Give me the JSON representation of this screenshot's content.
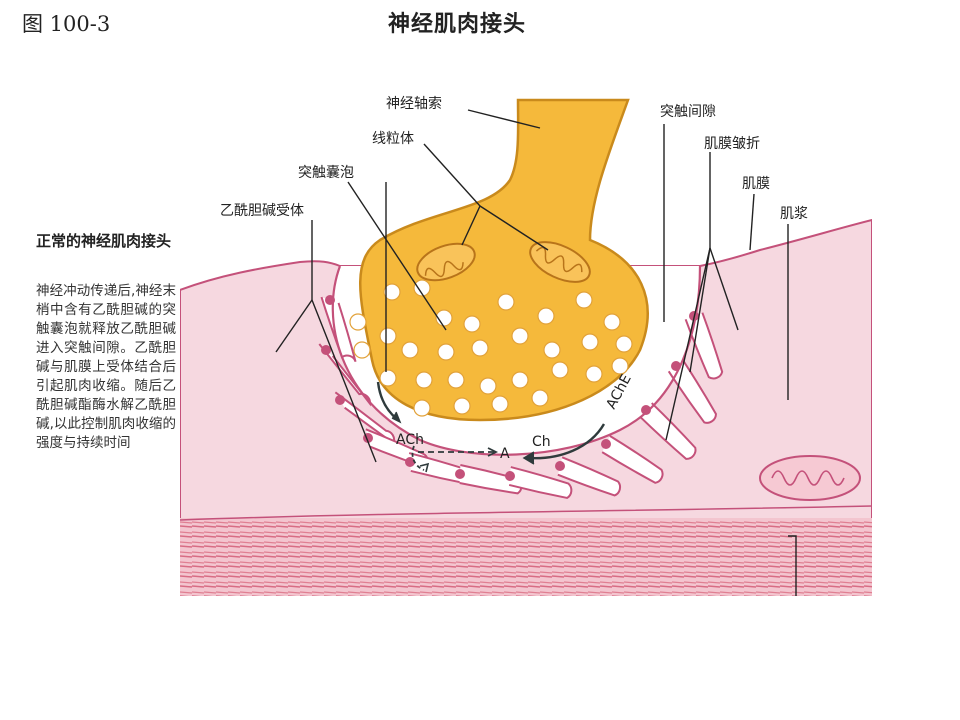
{
  "header": {
    "figure_number": "图 100-3",
    "title": "神经肌肉接头"
  },
  "side_note": {
    "heading": "正常的神经肌肉接头",
    "body": "神经冲动传递后,神经末梢中含有乙酰胆碱的突触囊泡就释放乙酰胆碱进入突触间隙。乙酰胆碱与肌膜上受体结合后引起肌肉收缩。随后乙酰胆碱酯酶水解乙酰胆碱,以此控制肌肉收缩的强度与持续时间"
  },
  "labels": {
    "axon": "神经轴索",
    "mitochondria": "线粒体",
    "vesicles": "突触囊泡",
    "ach_receptor": "乙酰胆碱受体",
    "synaptic_cleft": "突触间隙",
    "membrane_folds": "肌膜皱折",
    "sarcolemma": "肌膜",
    "sarcoplasm": "肌浆"
  },
  "chemicals": {
    "ach": "ACh",
    "a": "A",
    "ch": "Ch",
    "ache": "AChE"
  },
  "colors": {
    "nerve_fill": "#f5b93b",
    "nerve_stroke": "#c98a1c",
    "muscle_fill": "#f6d8e0",
    "muscle_stroke": "#c4517a",
    "fibril": "#e07f92",
    "arrow": "#2f3b3c"
  }
}
